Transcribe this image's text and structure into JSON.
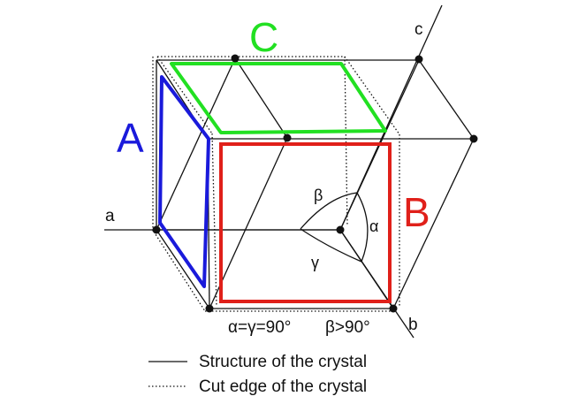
{
  "diagram": {
    "face_labels": {
      "a_face": "A",
      "b_face": "B",
      "c_face": "C"
    },
    "axis_labels": {
      "a": "a",
      "b": "b",
      "c": "c"
    },
    "angle_labels": {
      "alpha": "α",
      "beta": "β",
      "gamma": "γ"
    },
    "conditions": {
      "left": "α=γ=90°",
      "right": "β>90°"
    },
    "legend": {
      "solid": "Structure of the crystal",
      "dotted": "Cut edge of the crystal"
    },
    "colors": {
      "face_a": "#1a1adb",
      "face_b": "#e0201a",
      "face_c": "#22e022",
      "structure": "#111111"
    }
  }
}
